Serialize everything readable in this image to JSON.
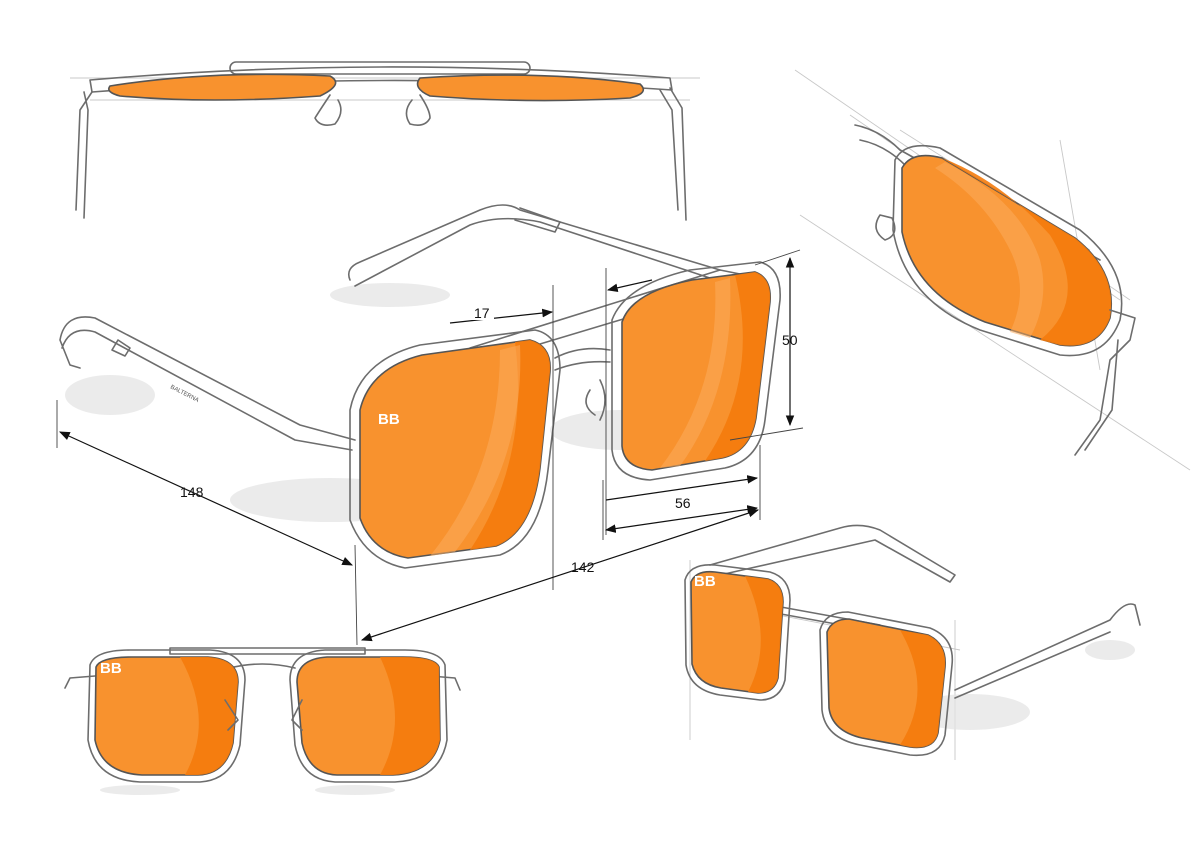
{
  "title": "Sunglasses technical sketch with dimensions",
  "brand_logo": "BB",
  "temple_engraving": "BALTERNA",
  "dimensions": {
    "bridge": "17",
    "lens_height": "50",
    "temple_length": "148",
    "lens_width": "56",
    "frame_width": "142"
  },
  "colors": {
    "lens": "#f8922e",
    "lens_streak": "#f47b0c",
    "frame": "#6d6d6d"
  }
}
